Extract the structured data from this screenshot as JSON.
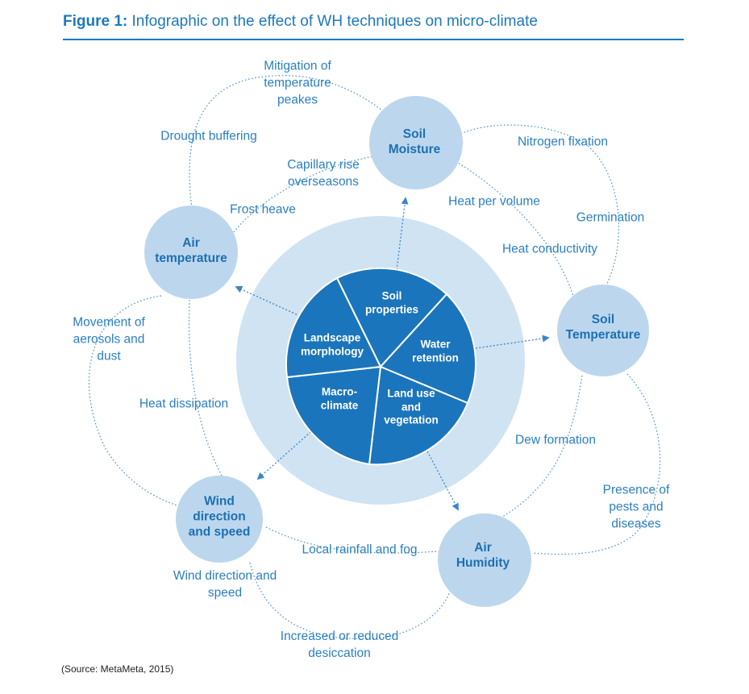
{
  "figure": {
    "label": "Figure 1:",
    "title": " Infographic on the effect of WH techniques on micro-climate"
  },
  "core_segments": {
    "soil_properties": "Soil\nproperties",
    "water_retention": "Water\nretention",
    "land_use": "Land use\nand\nvegetation",
    "macro_climate": "Macro-\nclimate",
    "landscape_morphology": "Landscape\nmorphology"
  },
  "nodes": {
    "soil_moisture": "Soil\nMoisture",
    "air_temperature": "Air\ntemperature",
    "soil_temperature": "Soil\nTemperature",
    "air_humidity": "Air\nHumidity",
    "wind": "Wind\ndirection\nand speed"
  },
  "relations": {
    "mitigation": "Mitigation of\ntemperature\npeakes",
    "drought_buffering": "Drought buffering",
    "capillary_rise": "Capillary rise\noverseasons",
    "frost_heave": "Frost heave",
    "nitrogen_fixation": "Nitrogen fixation",
    "germination": "Germination",
    "heat_per_volume": "Heat per volume",
    "heat_conductivity": "Heat conductivity",
    "aerosols": "Movement of\naerosols and\ndust",
    "heat_dissipation": "Heat dissipation",
    "dew_formation": "Dew formation",
    "pests": "Presence of\npests and\ndiseases",
    "rainfall_fog": "Local rainfall and fog",
    "wind_direction": "Wind direction and\nspeed",
    "desiccation": "Increased or reduced\ndesiccation"
  },
  "source": "(Source: MetaMeta, 2015)",
  "colors": {
    "accent": "#1d78bd",
    "core_fill": "#1b75bc",
    "ring_fill": "#cfe3f3",
    "node_fill": "#bcd7ed",
    "node_text": "#1d6fb4",
    "label_text": "#2a7fc1"
  }
}
